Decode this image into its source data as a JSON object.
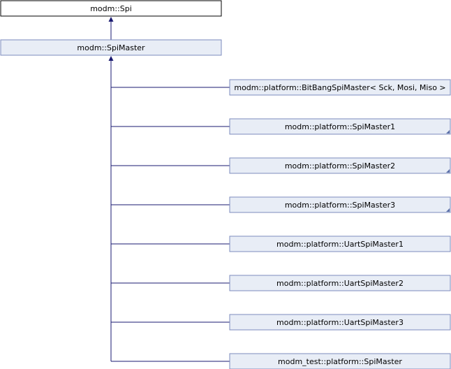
{
  "colors": {
    "edge": "#191970",
    "node_border": "#7d8bbd",
    "node_fill": "#e8edf6",
    "root_fill": "#ffffff",
    "root_border": "#000000"
  },
  "diagram": {
    "root": {
      "label": "modm::Spi"
    },
    "parent": {
      "label": "modm::SpiMaster"
    },
    "children": [
      {
        "label": "modm::platform::BitBangSpiMaster< Sck, Mosi, Miso >",
        "truncated": false
      },
      {
        "label": "modm::platform::SpiMaster1",
        "truncated": true
      },
      {
        "label": "modm::platform::SpiMaster2",
        "truncated": true
      },
      {
        "label": "modm::platform::SpiMaster3",
        "truncated": true
      },
      {
        "label": "modm::platform::UartSpiMaster1",
        "truncated": false
      },
      {
        "label": "modm::platform::UartSpiMaster2",
        "truncated": false
      },
      {
        "label": "modm::platform::UartSpiMaster3",
        "truncated": false
      },
      {
        "label": "modm_test::platform::SpiMaster",
        "truncated": false
      }
    ]
  }
}
